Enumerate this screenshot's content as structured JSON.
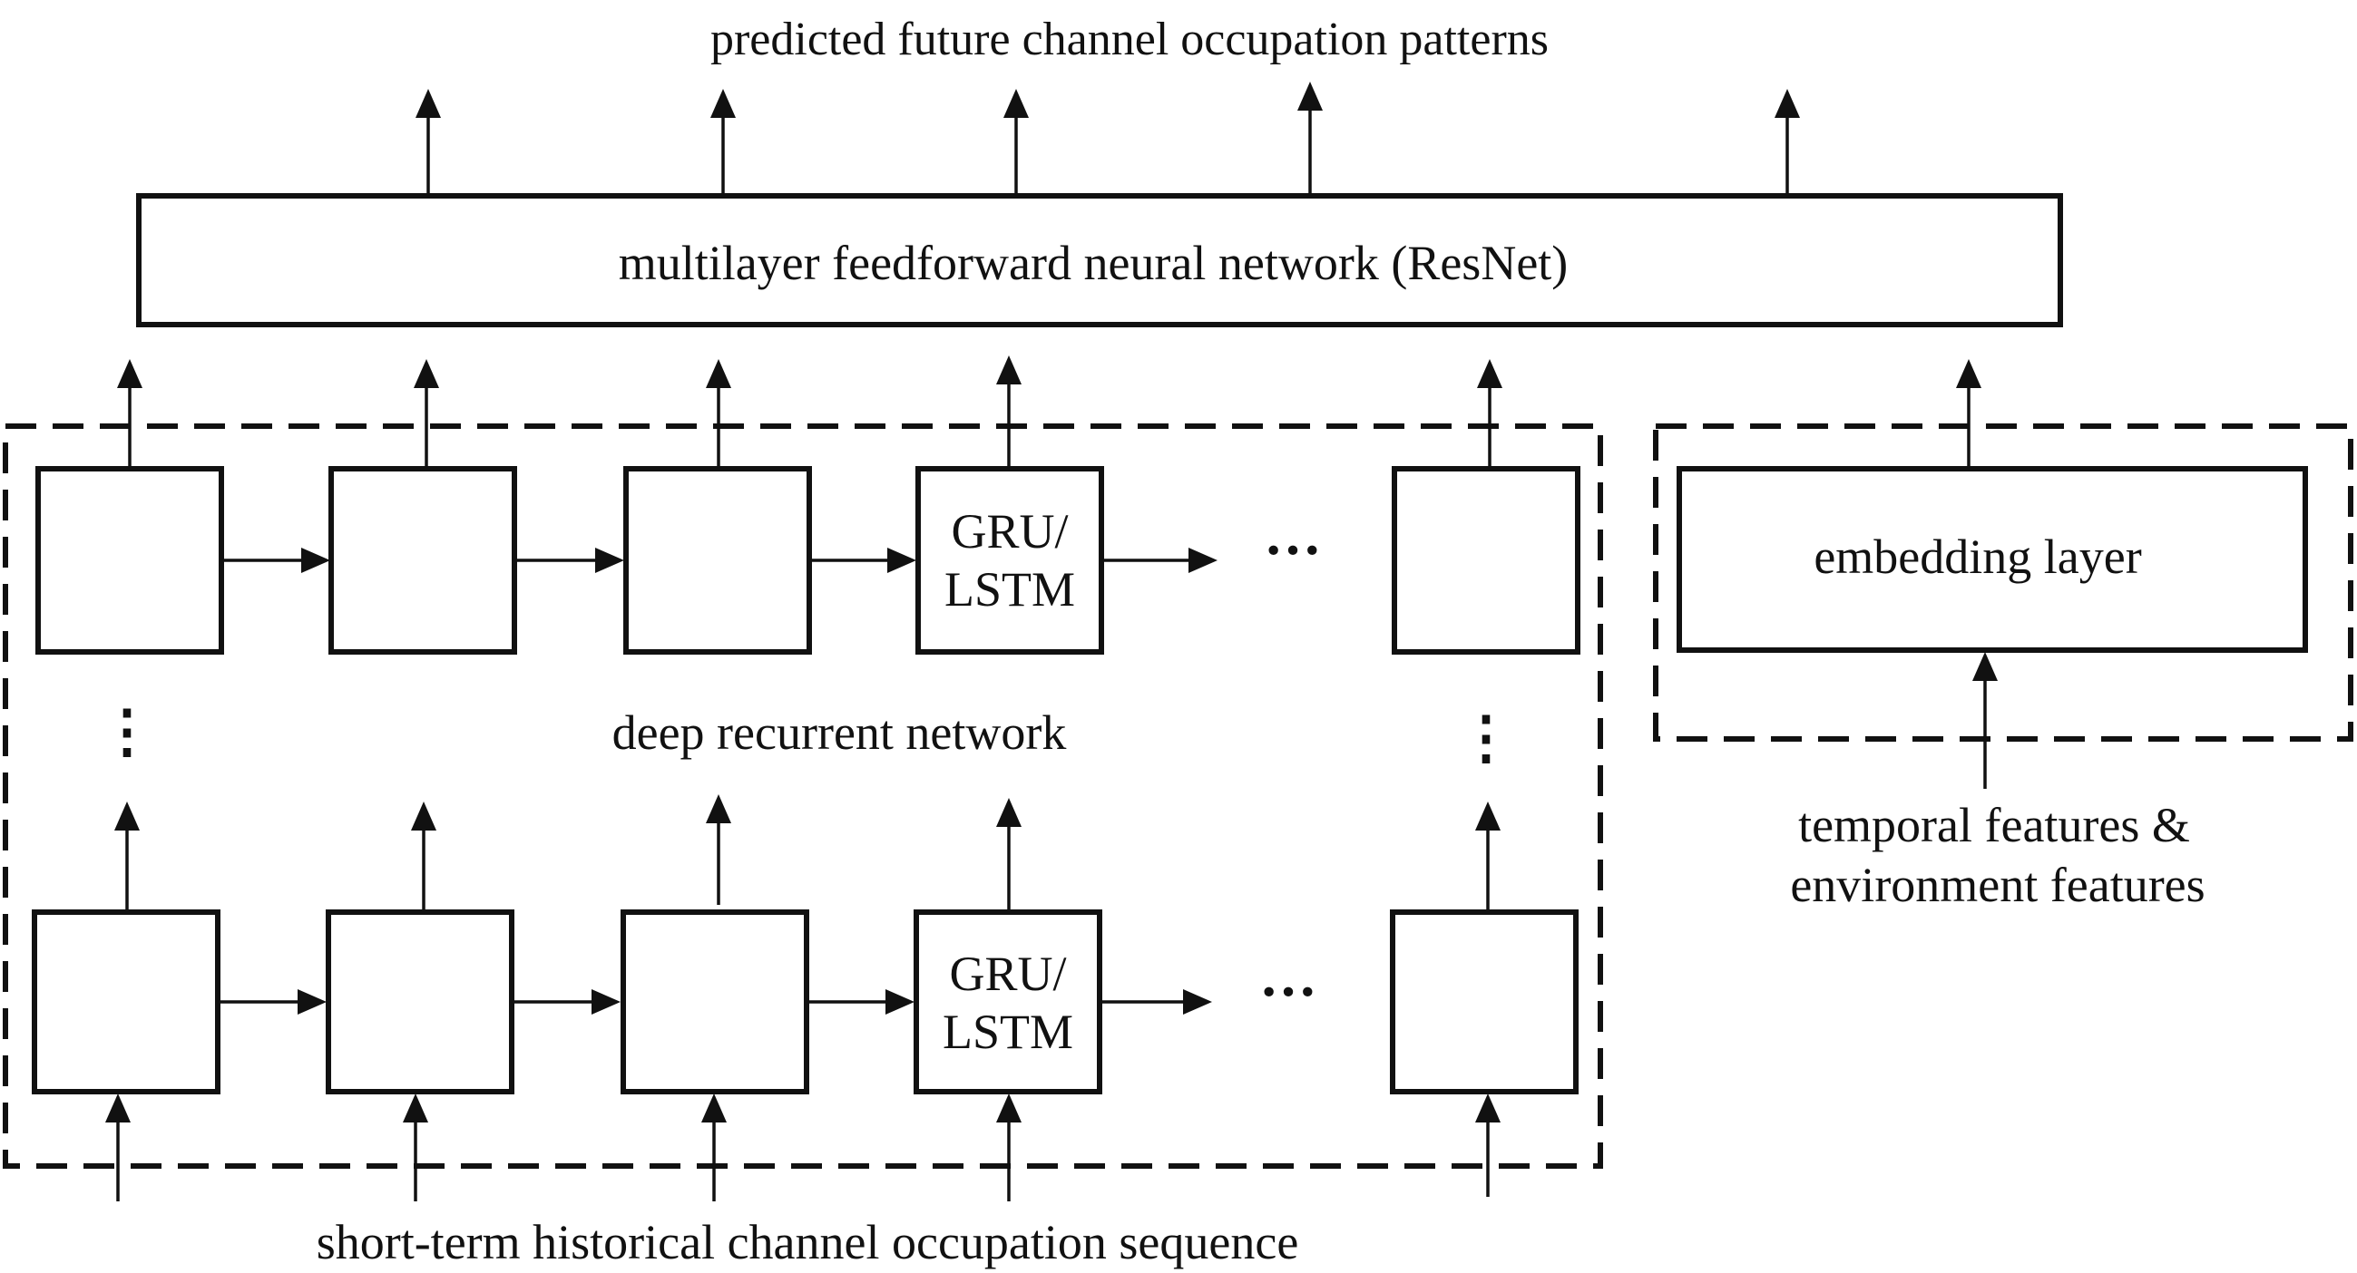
{
  "output_label": "predicted future channel occupation patterns",
  "resnet_label": "multilayer feedforward neural network (ResNet)",
  "rnn_label": "deep recurrent network",
  "cell_label_line1": "GRU/",
  "cell_label_line2": "LSTM",
  "ellipsis_h": "···",
  "ellipsis_v": "⋮",
  "embedding_label": "embedding layer",
  "feature_label_line1": "temporal features &",
  "feature_label_line2": "environment features",
  "input_label": "short-term historical channel occupation sequence"
}
